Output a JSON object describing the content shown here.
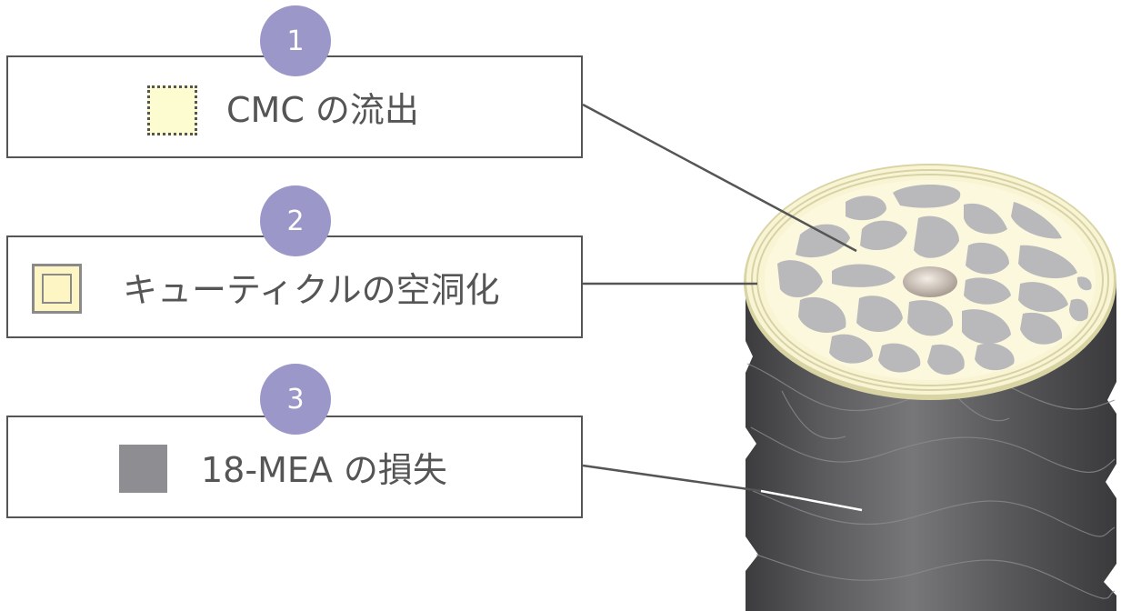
{
  "callouts": [
    {
      "number": "1",
      "label": "CMC の流出"
    },
    {
      "number": "2",
      "label": "キューティクルの空洞化"
    },
    {
      "number": "3",
      "label": "18-MEA の損失"
    }
  ],
  "colors": {
    "badge": "#9b97c9",
    "text": "#555555",
    "cmc_swatch": "#fdfbd0",
    "cuticle_swatch": "#fdf6c4",
    "mea_swatch": "#8e8d92",
    "hair_shaft": "#4a4a4c",
    "cortex_cells": "#b8b8ba",
    "cross_section": "#f8f4d2"
  }
}
